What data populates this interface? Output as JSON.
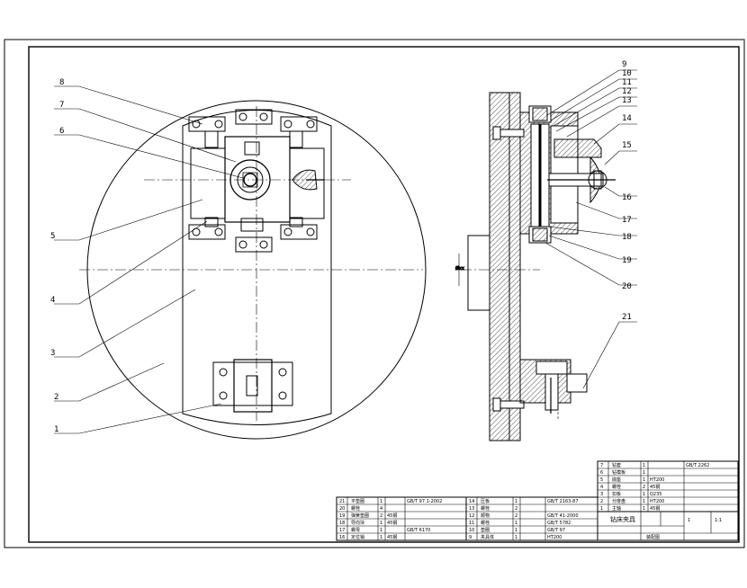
{
  "drawing": {
    "part_numbers_left": [
      "8",
      "7",
      "6",
      "5",
      "4",
      "3",
      "2",
      "1"
    ],
    "part_numbers_right": [
      "9",
      "10",
      "11",
      "12",
      "13",
      "14",
      "15",
      "16",
      "17",
      "18",
      "19",
      "20",
      "21"
    ],
    "dimension_label": "Øxx"
  },
  "title_block": {
    "main_title": "钻床夹具",
    "subtitle": "装配图",
    "scale": "1:1",
    "sheet": "1"
  },
  "parts_list_left": [
    {
      "no": "21",
      "name": "平垫圈",
      "qty": "1",
      "std": "GB/T 97.1-2002"
    },
    {
      "no": "20",
      "name": "螺栓",
      "qty": "4",
      "std": ""
    },
    {
      "no": "19",
      "name": "弹簧垫圈",
      "qty": "2",
      "std": "45钢"
    },
    {
      "no": "18",
      "name": "导向块",
      "qty": "1",
      "std": "45钢"
    },
    {
      "no": "17",
      "name": "螺母",
      "qty": "1",
      "std": "GB/T 6170"
    },
    {
      "no": "16",
      "name": "定位销",
      "qty": "1",
      "std": "45钢"
    }
  ],
  "parts_list_mid": [
    {
      "no": "14",
      "name": "压板",
      "qty": "1",
      "std": "GB/T 2163-87"
    },
    {
      "no": "13",
      "name": "螺栓",
      "qty": "2",
      "std": ""
    },
    {
      "no": "12",
      "name": "顺物",
      "qty": "2",
      "std": "GB/T 41-2000"
    },
    {
      "no": "11",
      "name": "螺栓",
      "qty": "1",
      "std": "GB/T 5782"
    },
    {
      "no": "10",
      "name": "垫圈",
      "qty": "1",
      "std": "GB/T 97"
    },
    {
      "no": "9",
      "name": "夹具体",
      "qty": "1",
      "std": "HT200"
    }
  ],
  "parts_list_right": [
    {
      "no": "7",
      "name": "钻套",
      "qty": "1",
      "std": "GB/T 2262"
    },
    {
      "no": "6",
      "name": "钻模板",
      "qty": "1",
      "std": ""
    },
    {
      "no": "5",
      "name": "底座",
      "qty": "1",
      "std": "HT200"
    },
    {
      "no": "4",
      "name": "螺栓",
      "qty": "2",
      "std": "45钢"
    },
    {
      "no": "3",
      "name": "扣板",
      "qty": "1",
      "std": "Q235"
    },
    {
      "no": "2",
      "name": "分度盘",
      "qty": "1",
      "std": "HT200"
    },
    {
      "no": "1",
      "name": "主轴",
      "qty": "1",
      "std": "45钢"
    }
  ],
  "colors": {
    "line": "#000000",
    "background": "#ffffff"
  }
}
